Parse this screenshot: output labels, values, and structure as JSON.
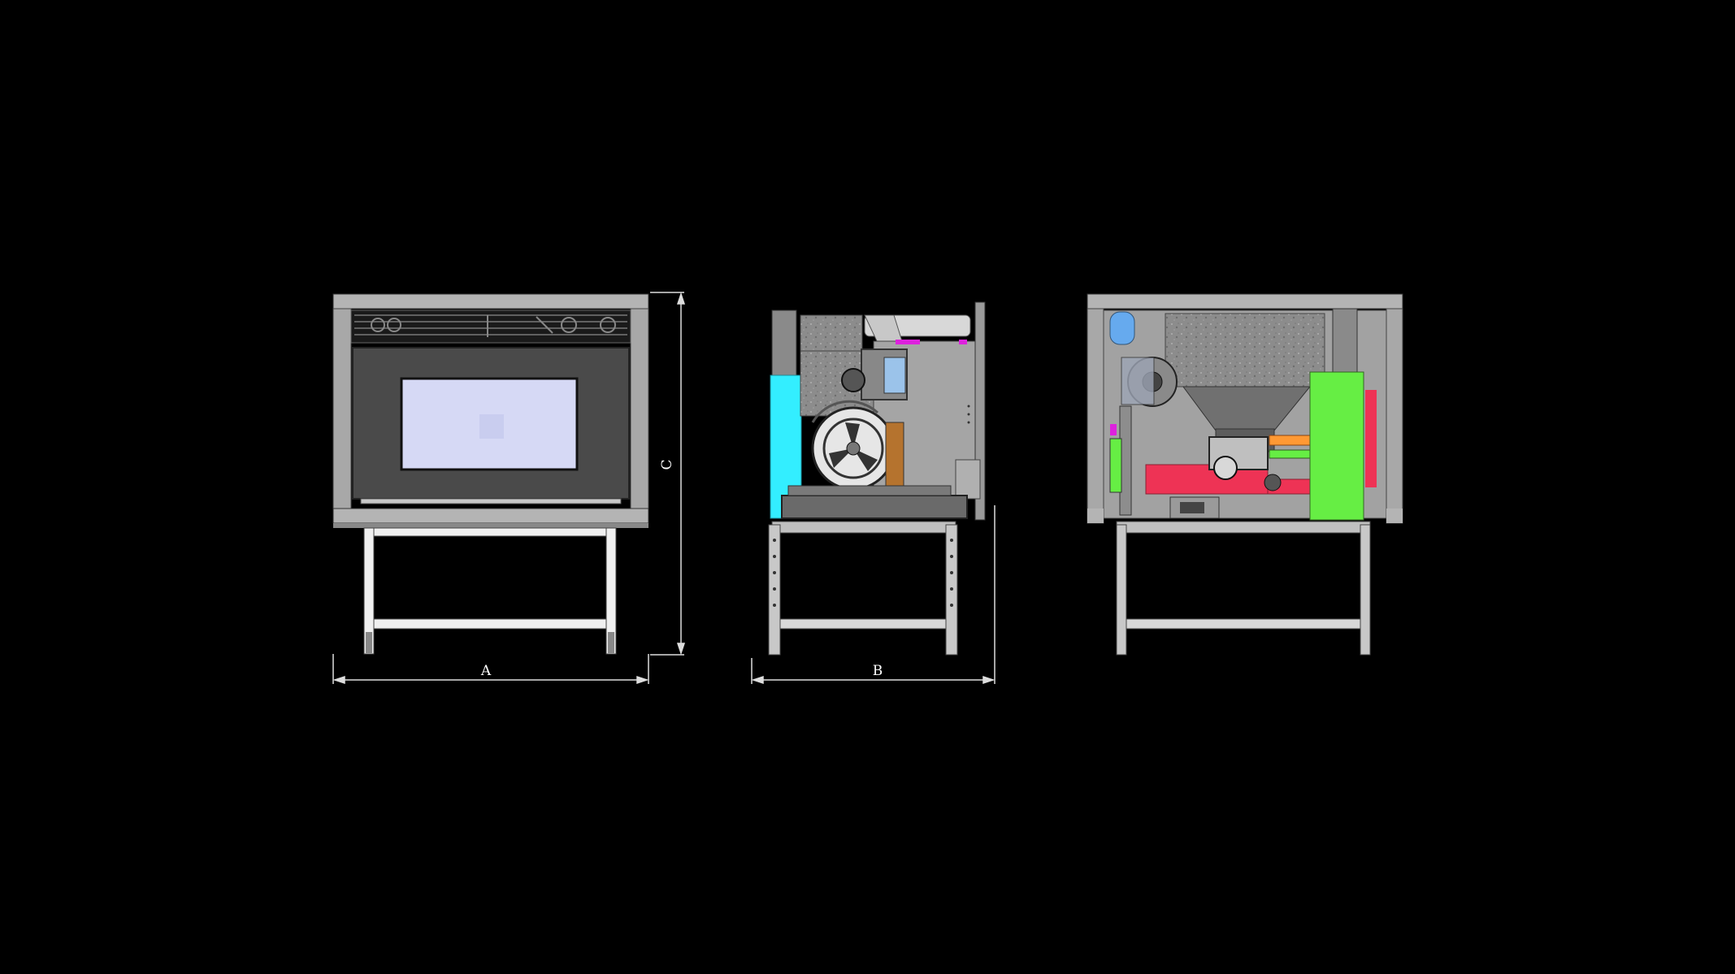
{
  "dimensions": {
    "width_label": "A",
    "depth_label": "B",
    "height_label": "C"
  },
  "views": [
    {
      "id": "front-view"
    },
    {
      "id": "side-view"
    },
    {
      "id": "rear-view"
    }
  ],
  "colors": {
    "background": "#000000",
    "frame": "#b4b4b4",
    "panel_dark": "#4a4a4a",
    "window": "#d6d9f5",
    "cyan": "#33eeff",
    "green": "#66ee44",
    "red": "#ee3355",
    "magenta": "#dd22dd",
    "blue": "#66aaee",
    "orange": "#ff9933"
  }
}
